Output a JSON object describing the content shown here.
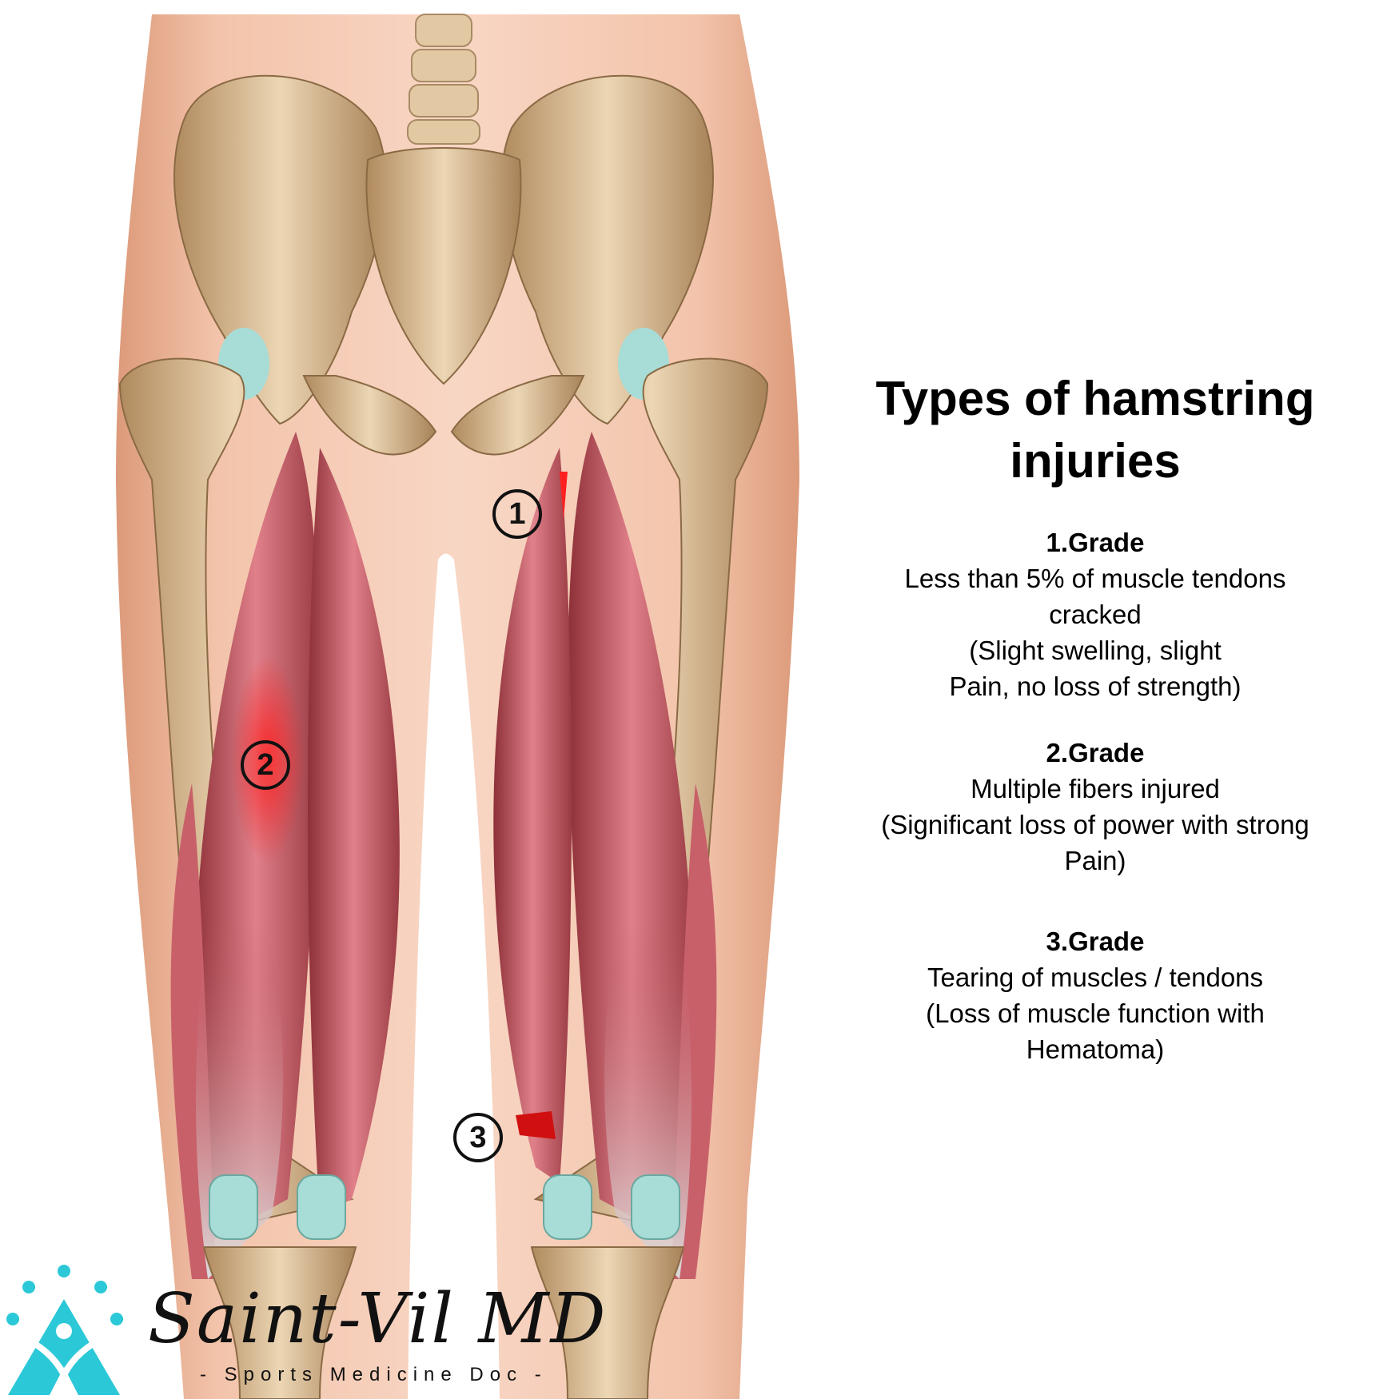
{
  "title": "Types of hamstring injuries",
  "grades": [
    {
      "heading": "1.Grade",
      "lines": [
        "Less than 5% of muscle tendons",
        "cracked",
        "(Slight swelling, slight",
        "Pain, no loss of strength)"
      ]
    },
    {
      "heading": "2.Grade",
      "lines": [
        "Multiple fibers injured",
        "(Significant loss of power with strong",
        "Pain)"
      ]
    },
    {
      "heading": "3.Grade",
      "lines": [
        "Tearing of muscles / tendons",
        "(Loss of muscle function with",
        "Hematoma)"
      ]
    }
  ],
  "markers": [
    "1",
    "2",
    "3"
  ],
  "brand": {
    "signature": "Saint-Vil MD",
    "tagline": "- Sports Medicine Doc -"
  },
  "colors": {
    "skin": "#f4c6ae",
    "bone": "#d9b98f",
    "muscle": "#c0505a",
    "injury": "#ff2020",
    "cartilage": "#a8dcd6",
    "logo": "#2bc8d8"
  }
}
